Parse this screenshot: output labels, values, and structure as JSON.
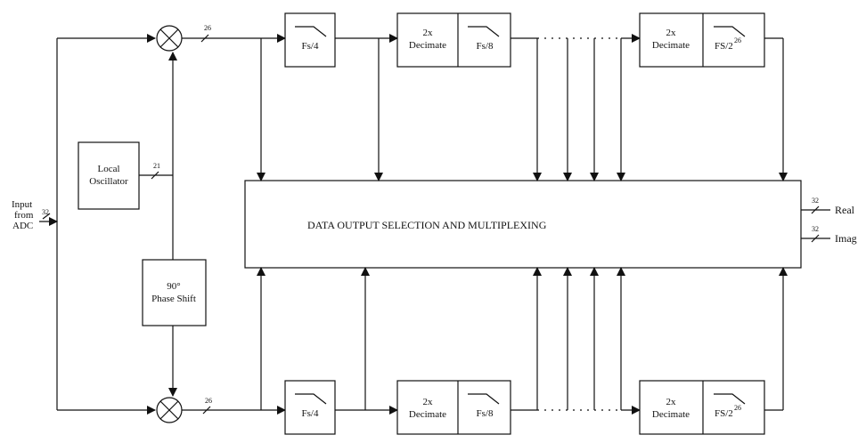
{
  "input": {
    "lines": [
      "Input",
      "from",
      "ADC"
    ],
    "bus_width": "32"
  },
  "local_oscillator": {
    "lines": [
      "Local",
      "Oscillator"
    ],
    "bus_width": "21"
  },
  "phase_shift": {
    "lines": [
      "90°",
      "Phase Shift"
    ]
  },
  "mixer_bus_width": "26",
  "mux": {
    "label": "DATA OUTPUT SELECTION AND MULTIPLEXING"
  },
  "outputs": {
    "real": {
      "label": "Real",
      "bus_width": "32"
    },
    "imag": {
      "label": "Imag",
      "bus_width": "32"
    }
  },
  "filters": {
    "first": "Fs/4",
    "second": "Fs/8",
    "last": "FS/2",
    "last_exp_top": "26",
    "last_exp_bottom": "26"
  },
  "decimate": {
    "lines": [
      "2x",
      "Decimate"
    ]
  }
}
